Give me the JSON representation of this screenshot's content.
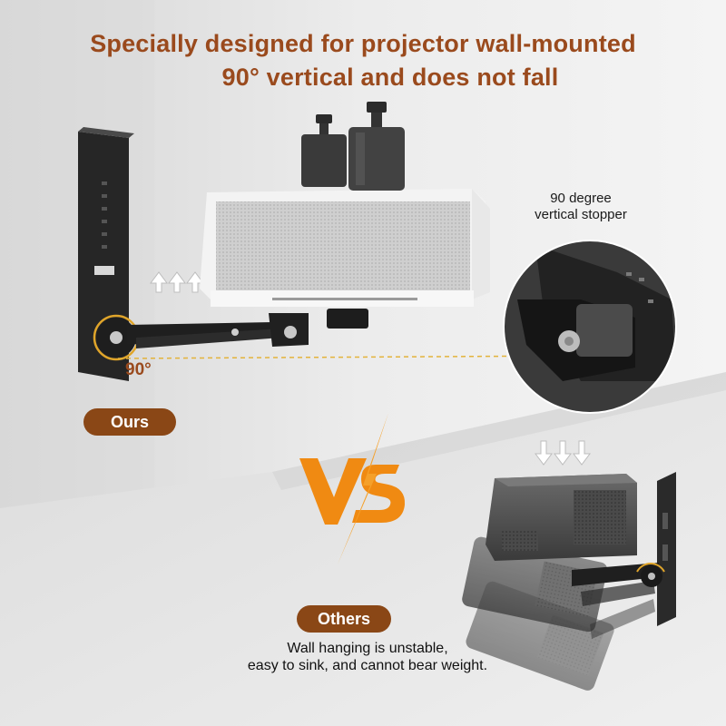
{
  "headline": {
    "line1": "Specially designed for projector wall-mounted",
    "line2": "90° vertical and does not fall"
  },
  "labels": {
    "ours": "Ours",
    "others": "Others",
    "stopper_line1": "90 degree",
    "stopper_line2": "vertical stopper",
    "angle": "90°",
    "caption_line1": "Wall hanging is unstable,",
    "caption_line2": "easy to sink, and cannot bear weight."
  },
  "colors": {
    "accent_brown": "#9a4a1d",
    "pill_brown": "#8a4716",
    "vs_orange": "#f08a12",
    "dashed_line": "#e3b33b"
  },
  "icons": [
    "up-arrows-icon",
    "down-arrows-icon",
    "vs-icon"
  ]
}
